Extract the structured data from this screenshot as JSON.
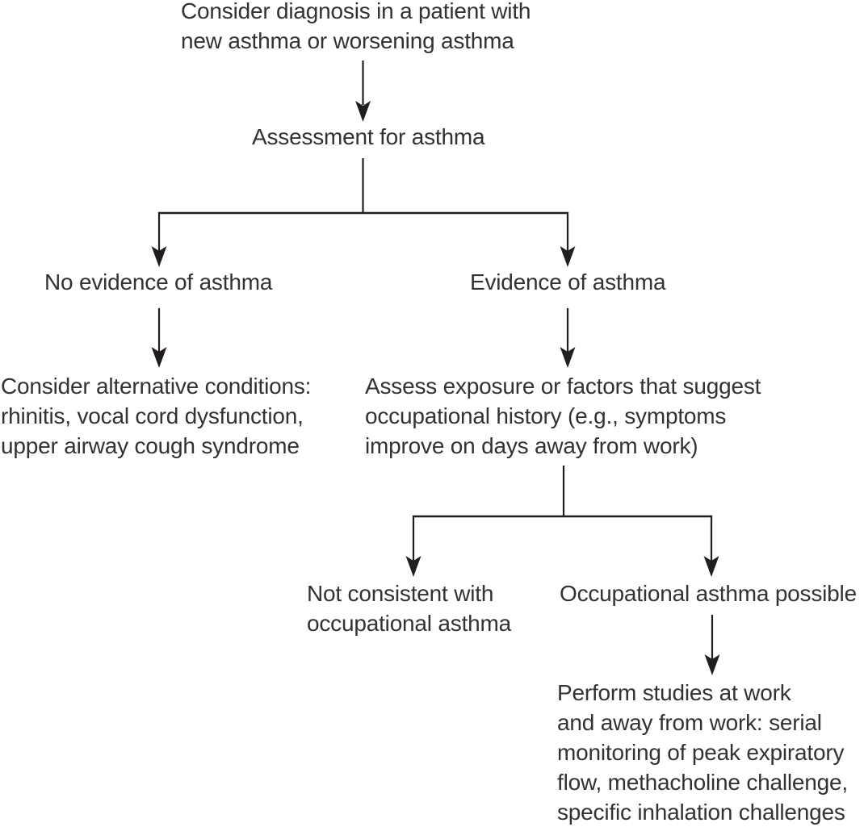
{
  "figure": {
    "background": "#ffffff",
    "text_color": "#343130",
    "line_color": "#211e1d",
    "nodes": {
      "consider_diagnosis": "Consider diagnosis in a patient with\nnew asthma or worsening asthma",
      "assessment": "Assessment for asthma",
      "no_evidence": "No evidence of asthma",
      "evidence": "Evidence of asthma",
      "consider_alternative": "Consider alternative conditions:\nrhinitis, vocal cord dysfunction,\nupper airway cough syndrome",
      "assess_exposure": "Assess exposure or factors that suggest\noccupational history (e.g., symptoms\nimprove on days away from work)",
      "not_consistent": "Not consistent with\noccupational asthma",
      "occupational_possible": "Occupational asthma possible",
      "perform_studies": "Perform studies at work\nand away from work: serial\nmonitoring of peak expiratory\nflow, methacholine challenge,\nspecific inhalation challenges"
    }
  }
}
